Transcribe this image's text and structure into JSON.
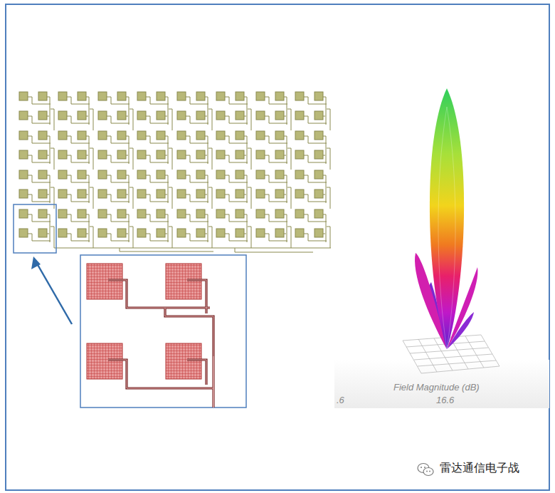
{
  "diagram": {
    "labels": [
      "Field Magnitude (dB)",
      "16.6",
      ".6",
      "雷达通信电子战"
    ]
  }
}
